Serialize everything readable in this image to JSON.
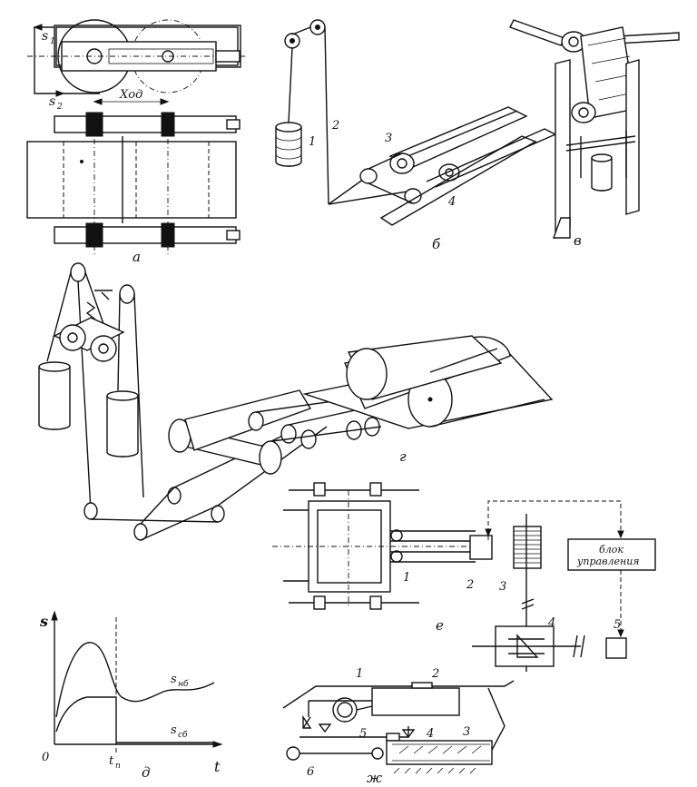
{
  "panel_a": {
    "s1": "s",
    "s1_sub": "1",
    "s2": "s",
    "s2_sub": "2",
    "stroke": "Ход",
    "caption": "а"
  },
  "panel_b": {
    "n1": "1",
    "n2": "2",
    "n3": "3",
    "n4": "4",
    "caption": "б"
  },
  "panel_v": {
    "caption": "в"
  },
  "panel_g": {
    "caption": "г"
  },
  "panel_e": {
    "n1": "1",
    "n2": "2",
    "n3": "3",
    "n4": "4",
    "n5": "5",
    "control_line1": "блок",
    "control_line2": "управления",
    "caption": "е"
  },
  "panel_d": {
    "y_axis": "s",
    "x_axis": "t",
    "origin": "0",
    "tp": "t",
    "tp_sub": "п",
    "s_nb": "s",
    "s_nb_sub": "нб",
    "s_sb": "s",
    "s_sb_sub": "сб",
    "caption": "д"
  },
  "panel_zh": {
    "n1": "1",
    "n2": "2",
    "n3": "3",
    "n4": "4",
    "n5": "5",
    "n6": "6",
    "caption": "ж"
  }
}
